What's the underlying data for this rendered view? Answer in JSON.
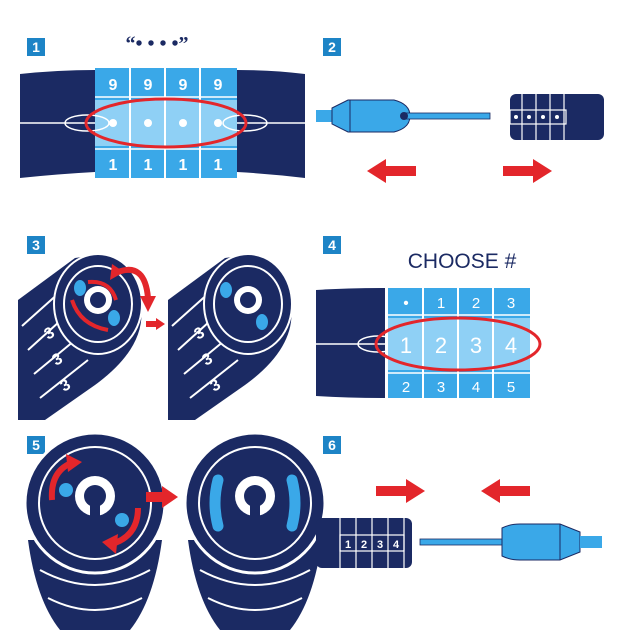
{
  "steps": [
    {
      "number": "1",
      "quote": "“• • • •”"
    },
    {
      "number": "2"
    },
    {
      "number": "3"
    },
    {
      "number": "4",
      "title": "CHOOSE #"
    },
    {
      "number": "5"
    },
    {
      "number": "6"
    }
  ],
  "dials": {
    "step1": {
      "top": [
        "9",
        "9",
        "9",
        "9"
      ],
      "bottom": [
        "1",
        "1",
        "1",
        "1"
      ]
    },
    "step4": {
      "top": [
        "•",
        "1",
        "2",
        "3"
      ],
      "middle": [
        "1",
        "2",
        "3",
        "4"
      ],
      "bottom": [
        "2",
        "3",
        "4",
        "5"
      ]
    },
    "step6": [
      "1",
      "2",
      "3",
      "4"
    ]
  },
  "colors": {
    "navy": "#1b2a63",
    "light_blue": "#3aa8e8",
    "pale_blue": "#8fd0f5",
    "red": "#e3262b",
    "badge": "#1d84c6"
  },
  "icons": [
    "arrow-left-icon",
    "arrow-right-icon",
    "rotate-arrow-icon"
  ]
}
